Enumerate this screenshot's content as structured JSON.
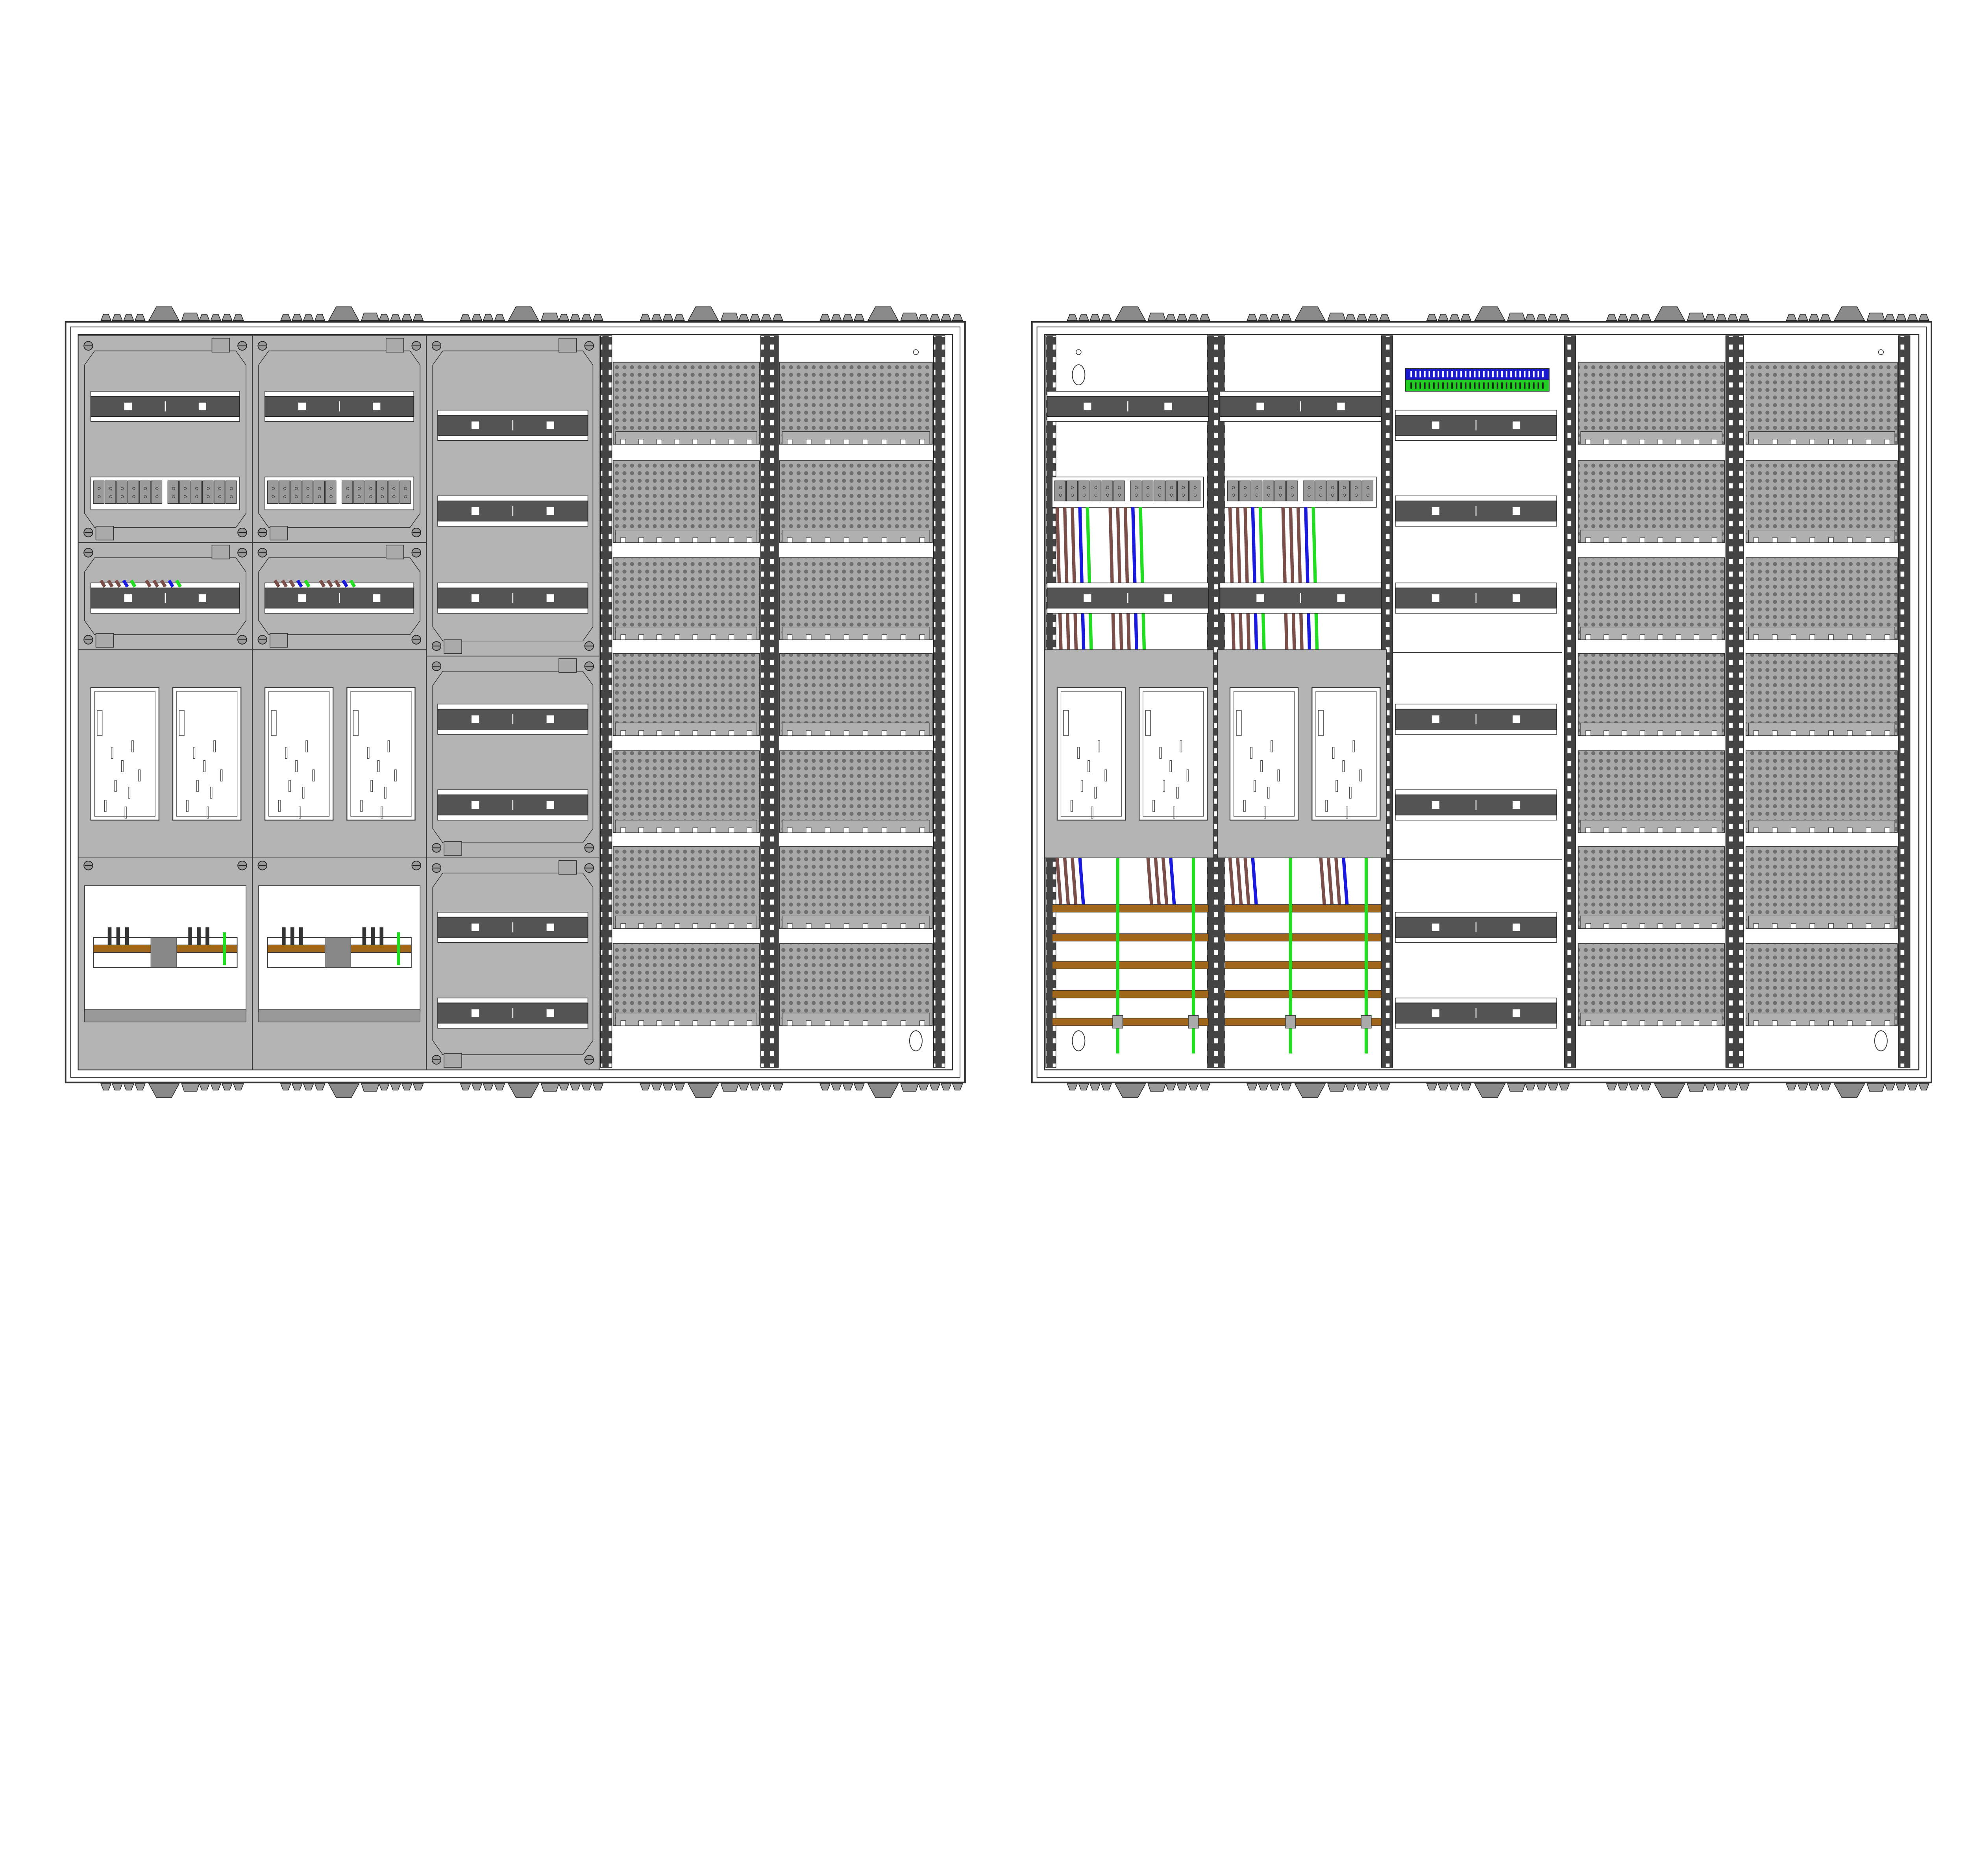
{
  "colors": {
    "background": "#ffffff",
    "frame": "#333333",
    "panel_gray": "#b4b4b4",
    "din_rail": "#545454",
    "rail_slot": "#ffffff",
    "vertical_rail": "#444444",
    "plate_gray": "#a8a8a8",
    "perforation": "#7a7a7a",
    "terminal_gray": "#9a9a9a",
    "wire_brown": "#7a4f4a",
    "wire_blue": "#1a1adf",
    "wire_green": "#22dd22",
    "busbar_copper": "#a0661a",
    "n_terminal_blue": "#1a1acc",
    "pe_terminal_green": "#22cc22"
  },
  "cabinets": [
    {
      "view": "closed-with-covers",
      "columns": 5
    },
    {
      "view": "open-wired",
      "columns": 5
    }
  ]
}
